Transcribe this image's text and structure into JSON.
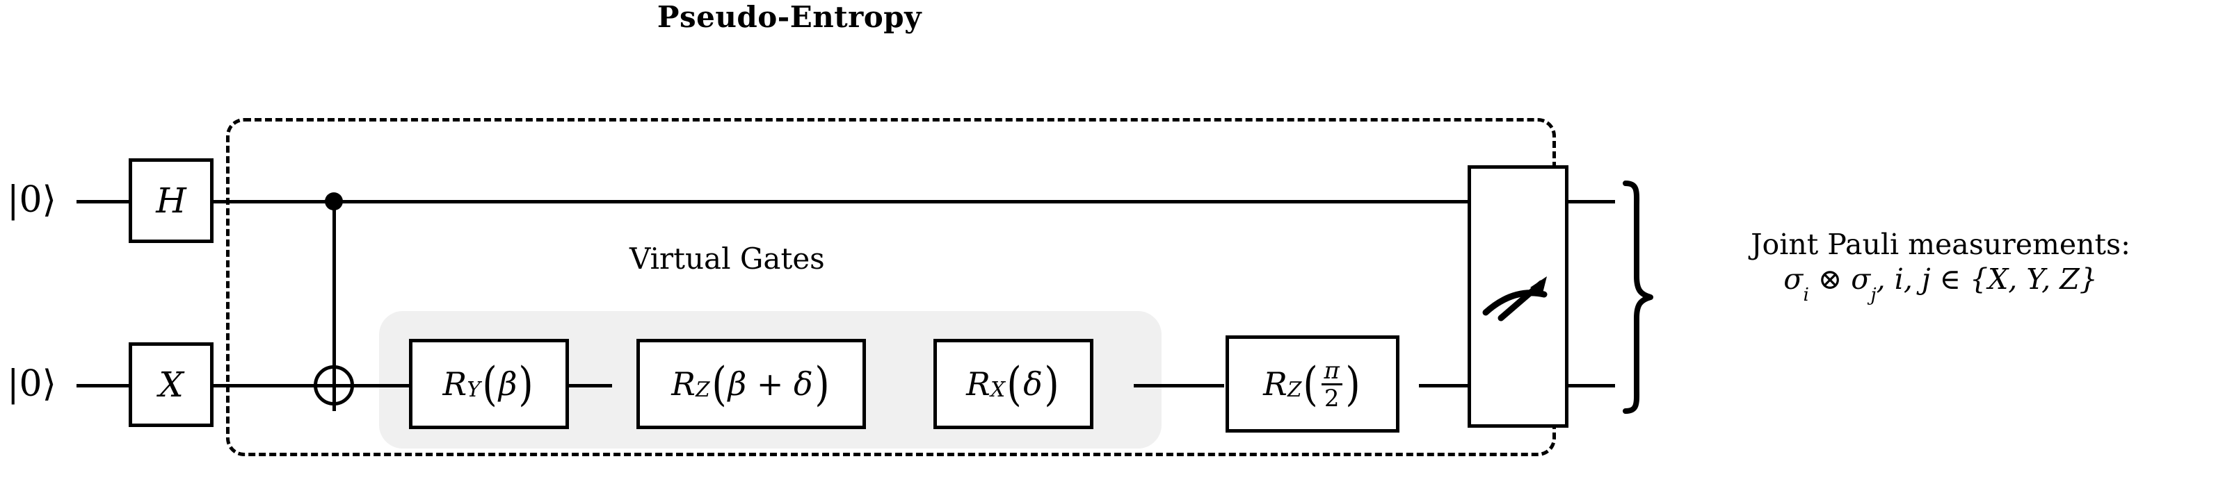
{
  "title": "Pseudo-Entropy",
  "qubits": [
    {
      "ket": "|0⟩",
      "init_gate": "H"
    },
    {
      "ket": "|0⟩",
      "init_gate": "X"
    }
  ],
  "virtual_gates_caption": "Virtual Gates",
  "cnot": {
    "control_icon": "control-dot-icon",
    "target_icon": "xor-target-icon"
  },
  "gates": [
    {
      "id": "ry",
      "symbol": "R",
      "subscript": "Y",
      "arg": "β",
      "full": "R_Y(β)",
      "virtual": true
    },
    {
      "id": "rz1",
      "symbol": "R",
      "subscript": "Z",
      "arg": "β + δ",
      "full": "R_Z(β + δ)",
      "virtual": true
    },
    {
      "id": "rx",
      "symbol": "R",
      "subscript": "X",
      "arg": "δ",
      "full": "R_X(δ)",
      "virtual": true
    },
    {
      "id": "rz2",
      "symbol": "R",
      "subscript": "Z",
      "arg_num": "π",
      "arg_den": "2",
      "full": "R_Z(π/2)",
      "virtual": false
    }
  ],
  "measurement": {
    "icon": "meter-gauge-icon",
    "spans_qubits": 2
  },
  "annotation": {
    "line1": "Joint Pauli measurements:",
    "line2": "σ_i ⊗ σ_j, i, j ∈ {X, Y, Z}",
    "brace_icon": "right-curly-brace-icon"
  },
  "colors": {
    "ink": "#000000",
    "background": "#ffffff",
    "virtual_zone": "#f0f0f0"
  }
}
